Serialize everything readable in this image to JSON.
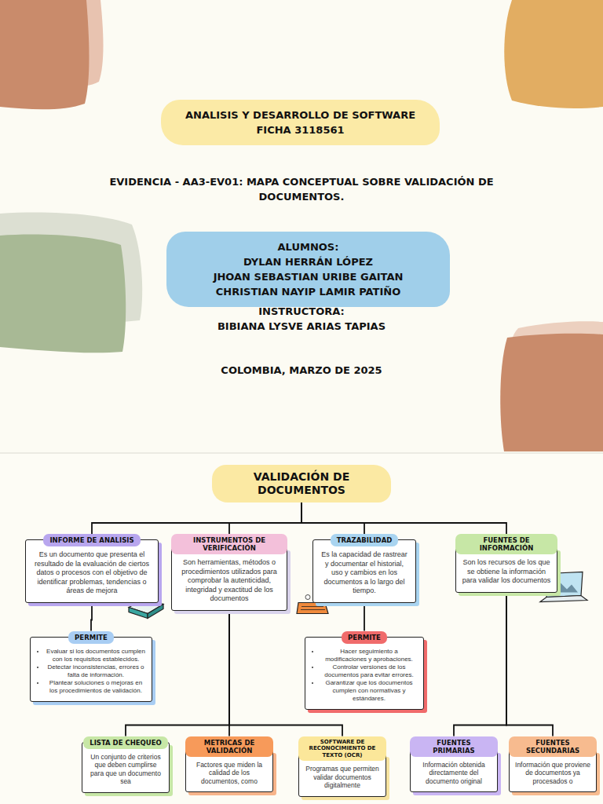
{
  "diagram": {
    "nodes": [
      {
        "text": [
          "ANALISIS Y DESARROLLO DE SOFTWARE",
          "FICHA 3118561"
        ]
      },
      {
        "text": [
          "ALUMNOS:",
          "DYLAN HERRÁN LÓPEZ",
          "JHOAN SEBASTIAN URIBE GAITAN",
          "CHRISTIAN NAYIP LAMIR PATIÑO"
        ]
      },
      {
        "text": [
          "VALIDACIÓN DE DOCUMENTOS"
        ]
      },
      {
        "text": [
          "INFORME DE ANALISIS",
          "Es un documento que presenta el resultado de la evaluación de ciertos datos o procesos con el objetivo de identificar problemas, tendencias o áreas de mejora"
        ]
      },
      {
        "text": [
          "INSTRUMENTOS DE VERIFICACIÓN",
          "Son herramientas, métodos o procedimientos utilizados para comprobar la autenticidad, integridad y exactitud de los documentos"
        ]
      },
      {
        "text": [
          "TRAZABILIDAD",
          "Es la capacidad de rastrear y documentar el historial, uso y cambios en los documentos a lo largo del tiempo."
        ]
      },
      {
        "text": [
          "FUENTES DE INFORMACIÓN",
          "Son los recursos de los que se obtiene la información para validar los documentos"
        ]
      },
      {
        "text": [
          "PERMITE",
          "Evaluar si los documentos cumplen con los requisitos establecidos.",
          "Detectar inconsistencias, errores o falta de información.",
          "Plantear soluciones o mejoras en los procedimientos de validación."
        ]
      },
      {
        "text": [
          "PERMITE",
          "Hacer seguimiento a modificaciones y aprobaciones.",
          "Controlar versiones de los documentos para evitar errores.",
          "Garantizar que los documentos cumplen con normativas y estándares."
        ]
      },
      {
        "text": [
          "LISTA DE CHEQUEO",
          "Un conjunto de criterios que deben cumplirse para que un documento sea"
        ]
      },
      {
        "text": [
          "METRICAS DE VALIDACIÓN",
          "Factores que miden la calidad de los documentos, como"
        ]
      },
      {
        "text": [
          "SOFTWARE DE RECONOCIMIENTO DE TEXTO (OCR)",
          "Programas que permiten validar documentos digitalmente"
        ]
      },
      {
        "text": [
          "FUENTES PRIMARIAS",
          "Información obtenida directamente del documento original"
        ]
      },
      {
        "text": [
          "FUENTES SECUNDARIAS",
          "Información que proviene de documentos ya procesados o"
        ]
      }
    ],
    "edges": [
      {
        "from": 2,
        "to": 3,
        "arrow": "none"
      },
      {
        "from": 2,
        "to": 4,
        "arrow": "none"
      },
      {
        "from": 2,
        "to": 5,
        "arrow": "none"
      },
      {
        "from": 2,
        "to": 6,
        "arrow": "none"
      },
      {
        "from": 3,
        "to": 7,
        "arrow": "none"
      },
      {
        "from": 5,
        "to": 8,
        "arrow": "none"
      },
      {
        "from": 4,
        "to": 9,
        "arrow": "none"
      },
      {
        "from": 4,
        "to": 10,
        "arrow": "none"
      },
      {
        "from": 4,
        "to": 11,
        "arrow": "none"
      },
      {
        "from": 6,
        "to": 12,
        "arrow": "none"
      },
      {
        "from": 6,
        "to": 13,
        "arrow": "none"
      }
    ],
    "labels": [
      "EVIDENCIA - AA3-EV01: MAPA CONCEPTUAL SOBRE VALIDACIÓN DE DOCUMENTOS.",
      "INSTRUCTORA:",
      "BIBIANA LYSVE ARIAS TAPIAS",
      "COLOMBIA, MARZO DE 2025"
    ]
  }
}
